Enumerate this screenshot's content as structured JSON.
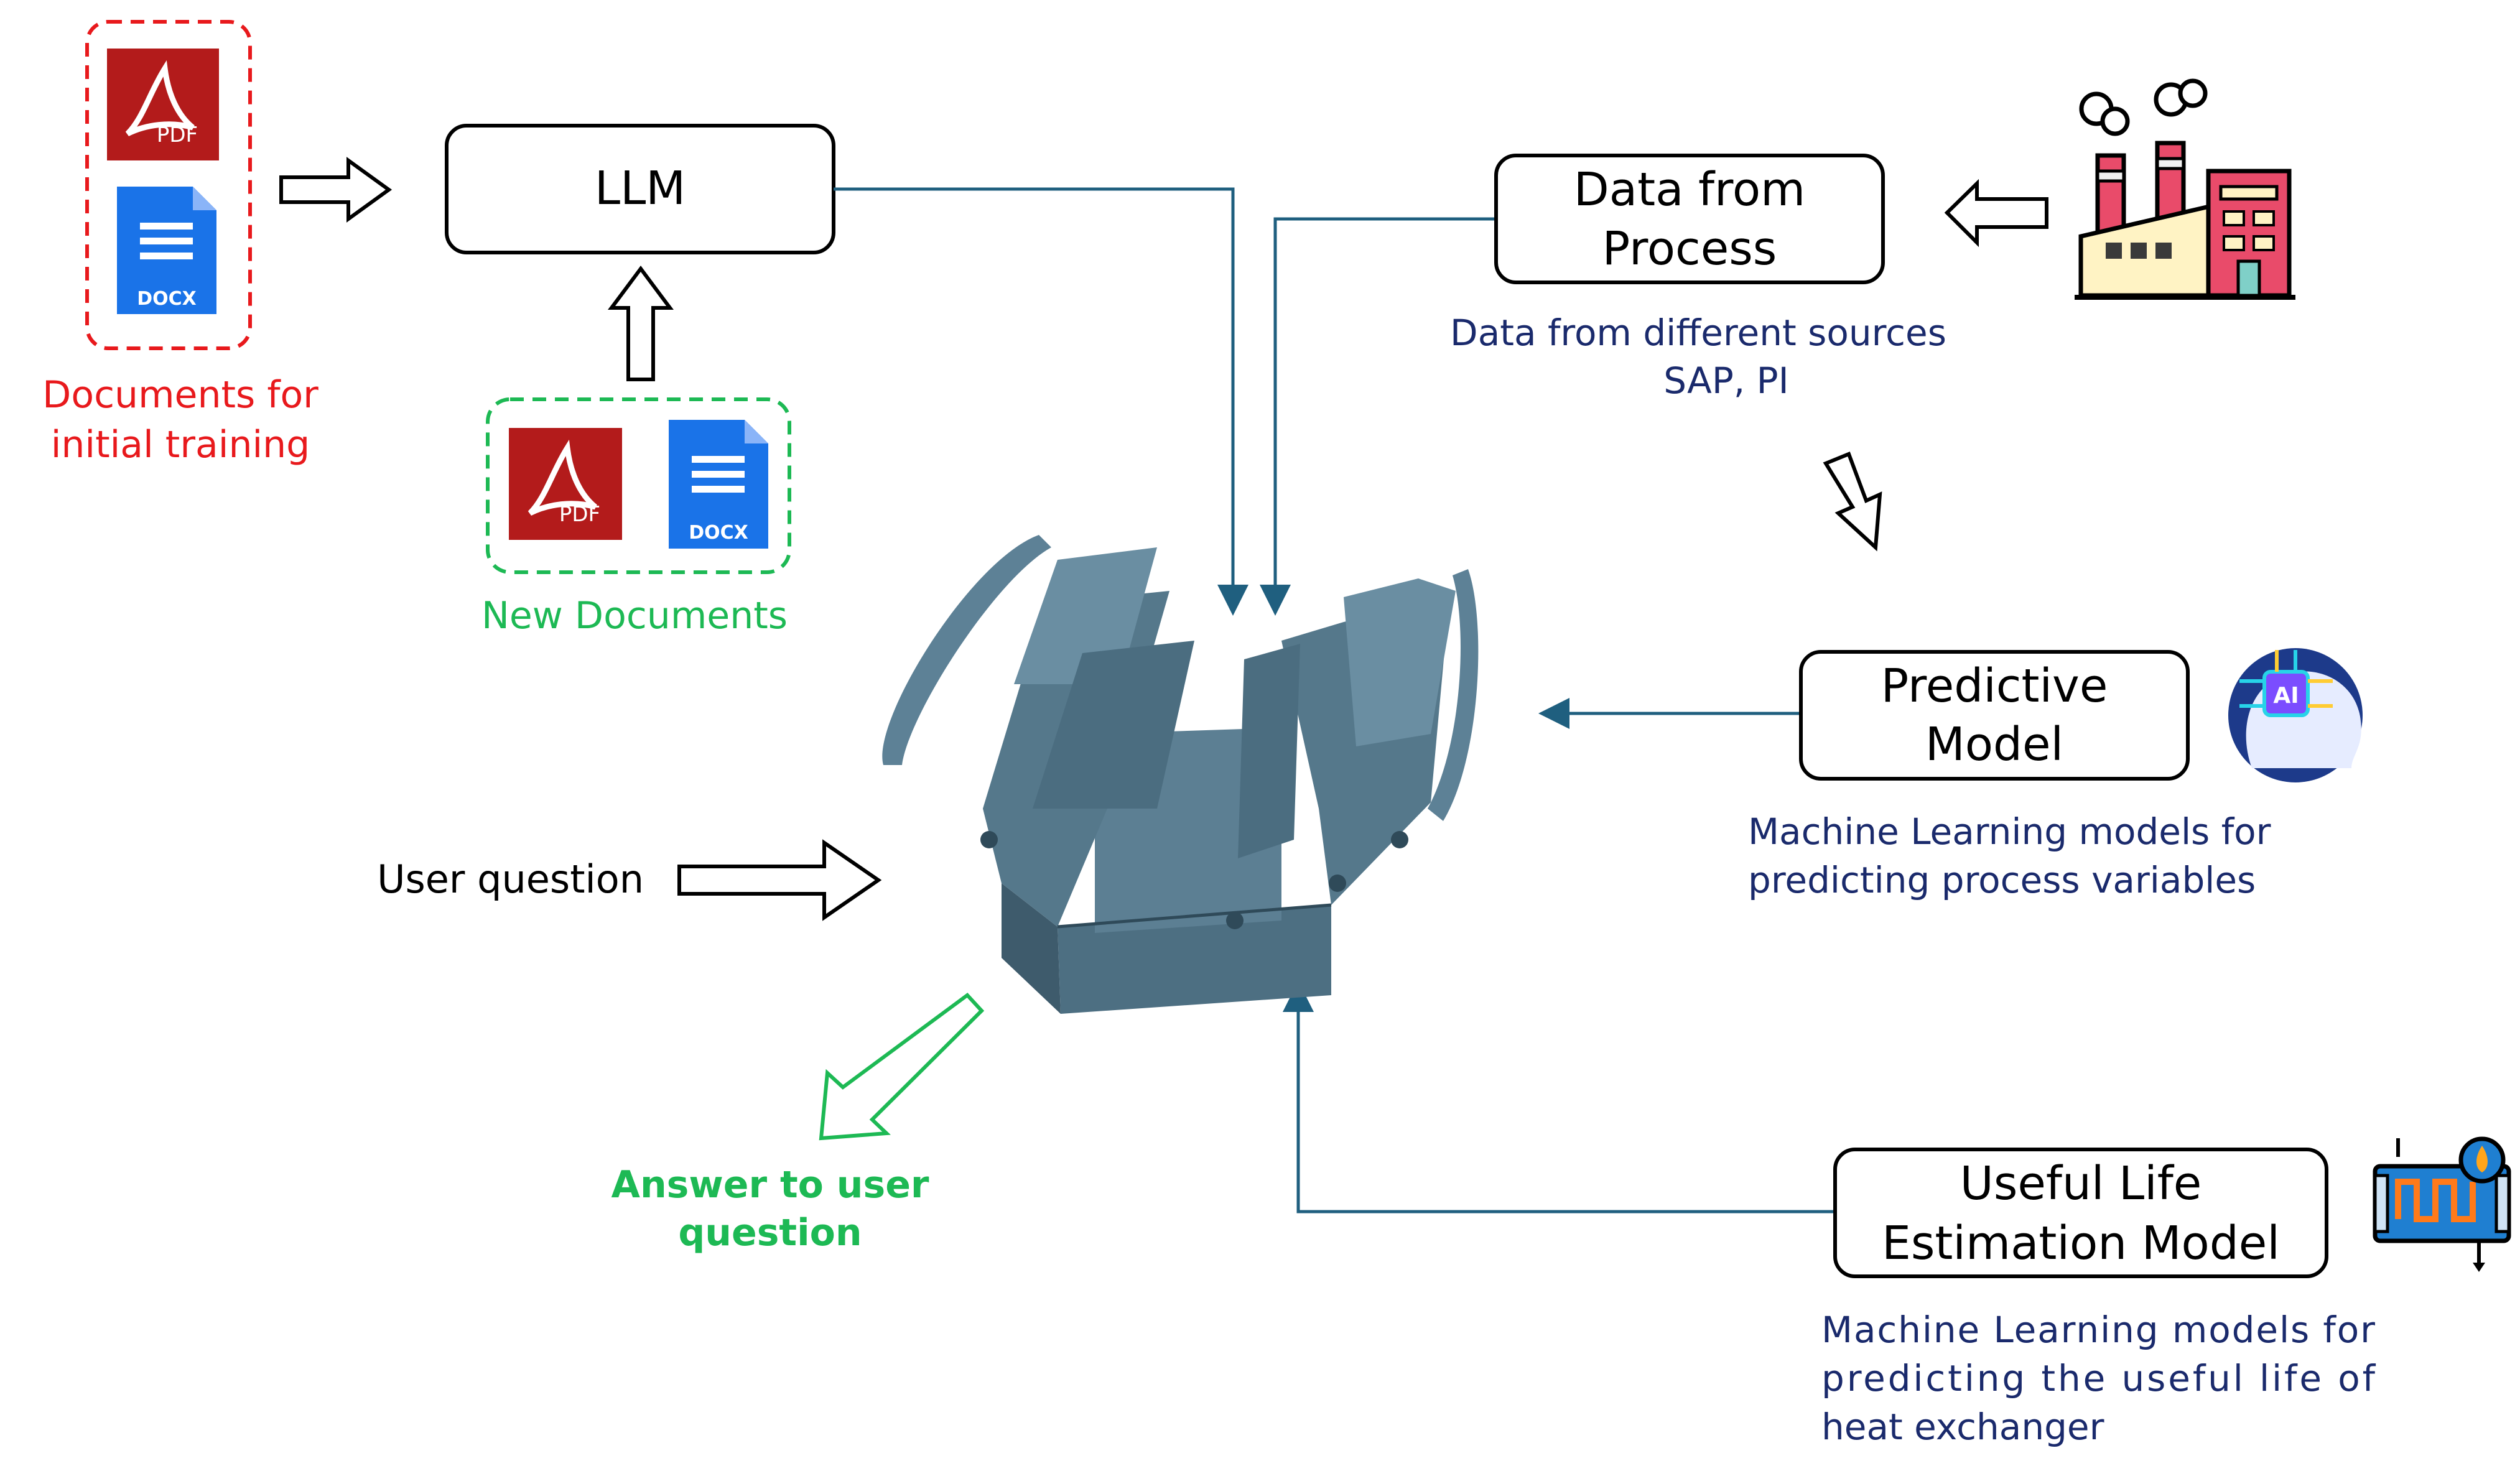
{
  "colors": {
    "red": "#e8191c",
    "green": "#1db954",
    "navy": "#1a2a6c",
    "connector": "#1f5f7f",
    "toolbox": "#4d6f82"
  },
  "initial_docs": {
    "pdf_icon_label": "PDF",
    "docx_icon_label": "DOCX",
    "caption_line1": "Documents for",
    "caption_line2": "initial training"
  },
  "llm": {
    "label": "LLM"
  },
  "new_docs": {
    "pdf_icon_label": "PDF",
    "docx_icon_label": "DOCX",
    "caption": "New Documents"
  },
  "user_question": {
    "label": "User question"
  },
  "answer": {
    "line1": "Answer to user",
    "line2": "question"
  },
  "data_from_process": {
    "line1": "Data from",
    "line2": "Process",
    "desc_line1": "Data from different sources",
    "desc_line2": "SAP, PI"
  },
  "predictive_model": {
    "line1": "Predictive",
    "line2": "Model",
    "desc_line1": "Machine Learning models for",
    "desc_line2": "predicting process variables",
    "icon_label": "AI"
  },
  "useful_life": {
    "line1": "Useful Life",
    "line2": "Estimation Model",
    "desc_line1": "Machine  Learning  models  for",
    "desc_line2": "predicting  the  useful  life  of",
    "desc_line3": "heat exchanger"
  },
  "icons": {
    "pdf": "pdf-file-icon",
    "docx": "docx-file-icon",
    "factory": "factory-icon",
    "ai_head": "ai-head-icon",
    "heat_exchanger": "heat-exchanger-icon",
    "toolbox": "toolbox-image"
  }
}
